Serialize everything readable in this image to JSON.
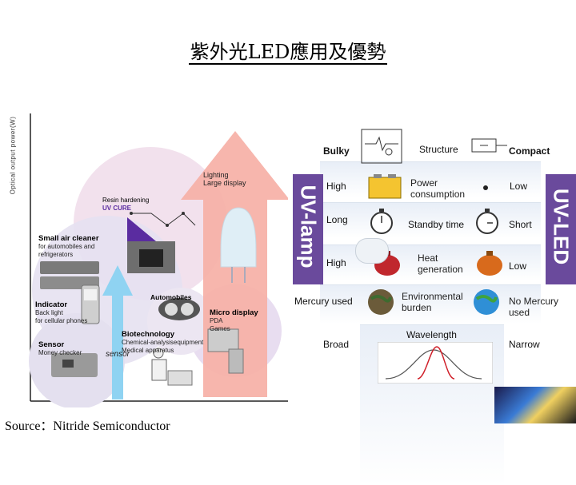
{
  "title": "紫外光LED應用及優勢",
  "source": "Source：Nitride Semiconductor",
  "left_panel": {
    "y_axis_label": "Optical output power(W)",
    "lighting": "Lighting",
    "large_display": "Large display",
    "resin_title": "Resin hardening",
    "resin_sub": "UV CURE",
    "air_title": "Small air cleaner",
    "air_sub1": "for automobiles and",
    "air_sub2": "refrigerators",
    "indicator_title": "Indicator",
    "indicator_sub1": "Back light",
    "indicator_sub2": "for cellular phones",
    "automobiles": "Automobiles",
    "micro_title": "Micro display",
    "micro_sub1": "PDA",
    "micro_sub2": "Games",
    "sensor_title": "Sensor",
    "sensor_sub": "Money checker",
    "sensor_small": "sensor",
    "bio_title": "Biotechnology",
    "bio_sub1": "Chemical-analysisequipment",
    "bio_sub2": "Medical apparatus"
  },
  "right_panel": {
    "uv_lamp": "UV-lamp",
    "uv_led": "UV-LED",
    "rows": [
      {
        "left": "Bulky",
        "center": "Structure",
        "right": "Compact"
      },
      {
        "left": "High",
        "center": "Power consumption",
        "right": "Low"
      },
      {
        "left": "Long",
        "center": "Standby time",
        "right": "Short"
      },
      {
        "left": "High",
        "center": "Heat generation",
        "right": "Low"
      },
      {
        "left": "Mercury used",
        "center": "Environmental burden",
        "right": "No Mercury used"
      },
      {
        "left": "Broad",
        "center": "Wavelength",
        "right": "Narrow"
      }
    ]
  },
  "colors": {
    "uv_bar": "#6a4a9c",
    "arrow_pink": "#f4a6a0",
    "arrow_blue": "#8fd1ef",
    "circle_lavender": "#e6d9ee"
  }
}
